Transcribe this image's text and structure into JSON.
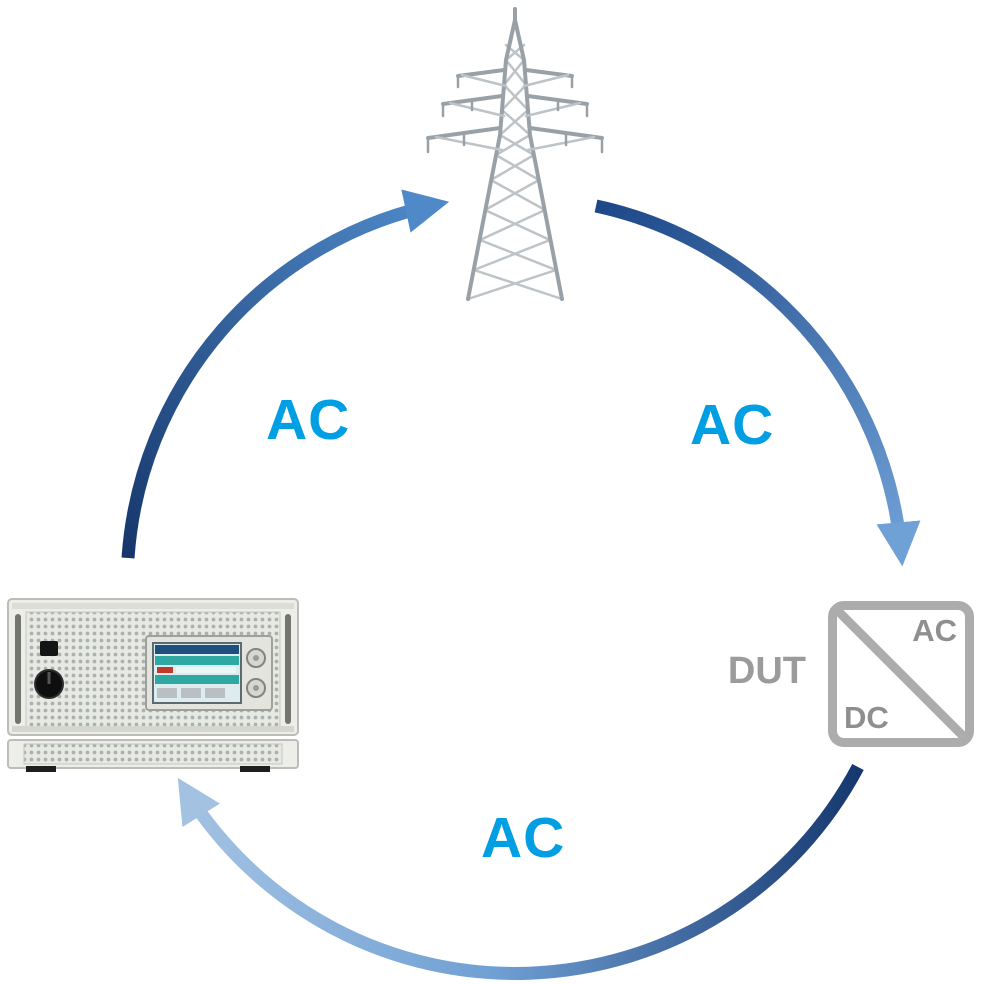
{
  "diagram": {
    "nodes": {
      "grid": {
        "icon": "power-pylon-icon"
      },
      "source": {
        "icon": "ac-power-supply-icon"
      },
      "dut": {
        "label": "DUT",
        "icon": "ac-dc-converter-icon",
        "converter_top": "AC",
        "converter_bottom": "DC"
      }
    },
    "edges": {
      "source_to_grid": {
        "label": "AC"
      },
      "grid_to_dut": {
        "label": "AC"
      },
      "dut_to_source": {
        "label": "AC"
      }
    },
    "colors": {
      "label_blue": "#009FE3",
      "arc_dark_navy": "#16366B",
      "arc_medium_blue": "#4F89C8",
      "arc_light_blue": "#A3C2E2",
      "node_gray": "#9B9B9B"
    }
  }
}
